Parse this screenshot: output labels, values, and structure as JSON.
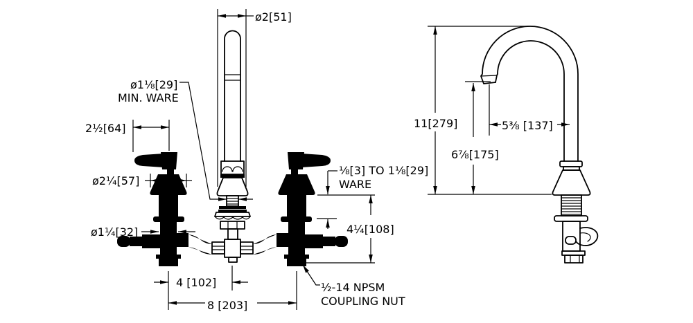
{
  "drawing": {
    "background_color": "#ffffff",
    "line_color": "#000000",
    "front_view": {
      "spout_escutcheon_dia": "ø2[51]",
      "min_ware_dia": "ø1⅛[29]",
      "min_ware_note": "MIN. WARE",
      "handle_extension": "2½[64]",
      "handle_base_dia": "ø2¼[57]",
      "valve_body_dia": "ø1¼[32]",
      "ware_thickness_range": "⅛[3] TO 1⅛[29]",
      "ware_word": "WARE",
      "below_deck_length": "4¼[108]",
      "spout_to_handle_spacing": "4 [102]",
      "handle_to_handle_spacing": "8 [203]",
      "coupling_nut_line1": "½-14 NPSM",
      "coupling_nut_line2": "COUPLING NUT"
    },
    "side_view": {
      "overall_height": "11[279]",
      "outlet_height": "6⅞[175]",
      "spout_reach": "5⅜ [137]"
    }
  }
}
